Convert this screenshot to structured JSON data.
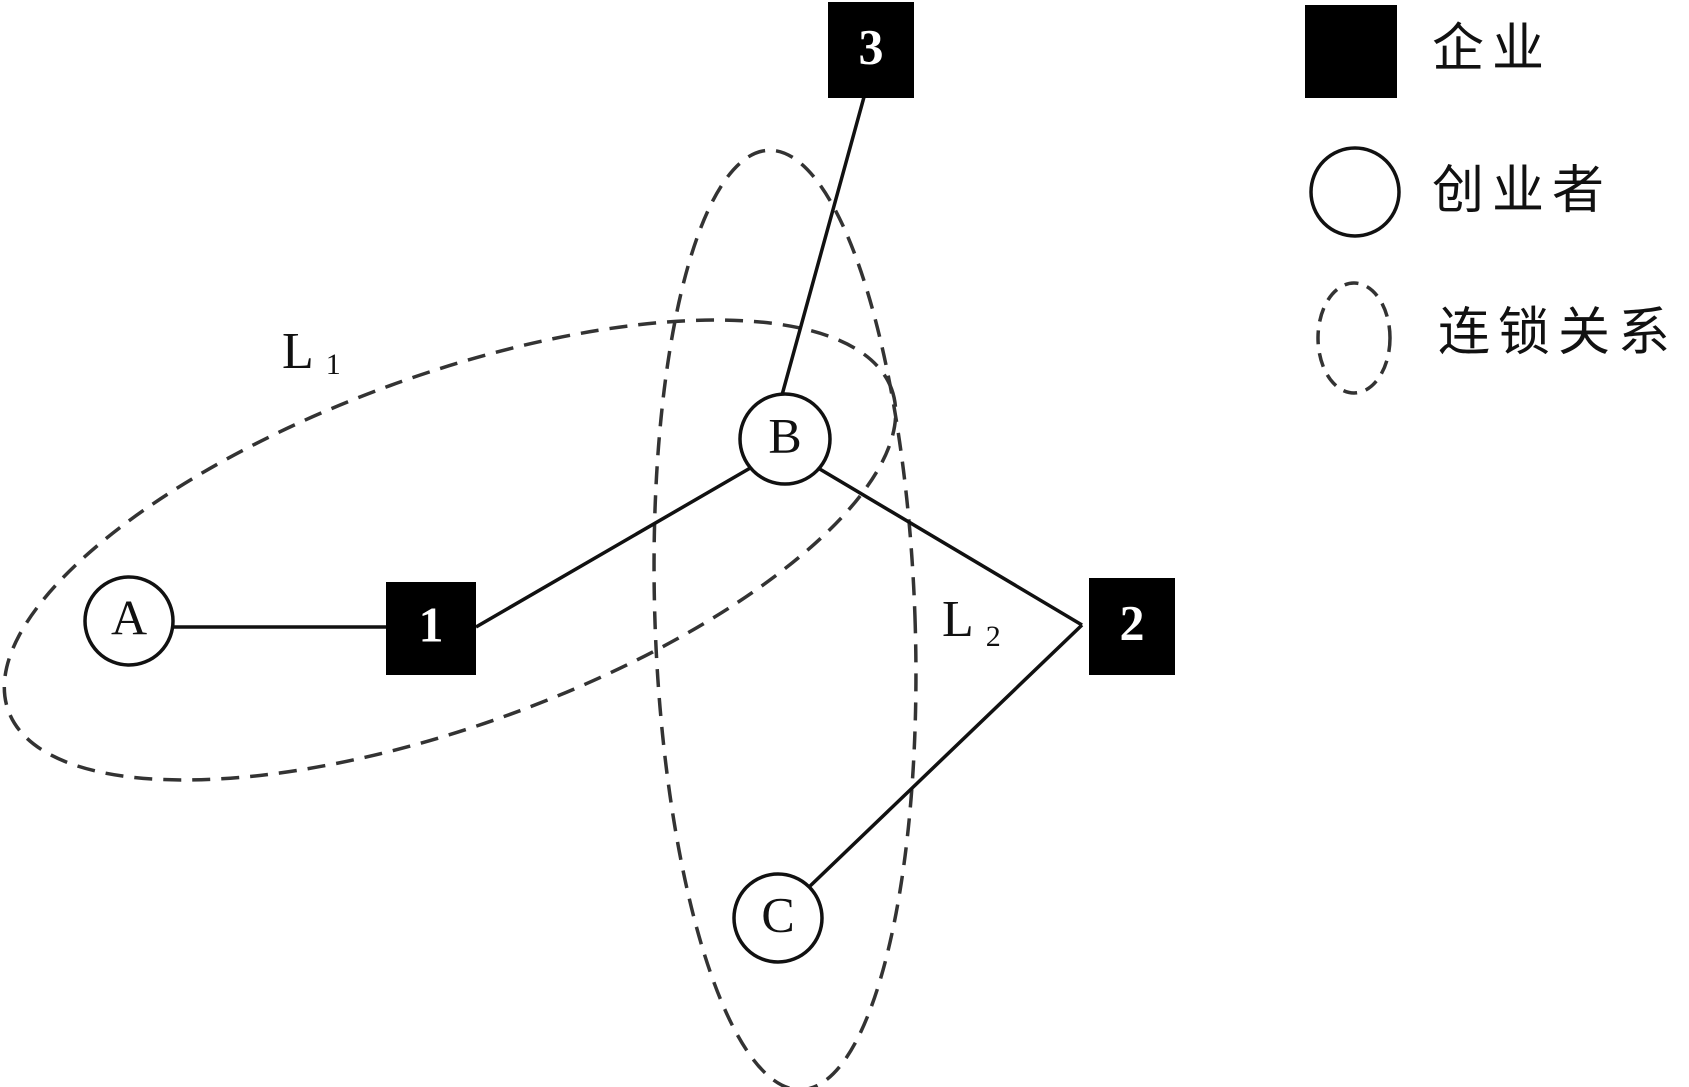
{
  "firms": [
    {
      "id": "1",
      "label": "1"
    },
    {
      "id": "2",
      "label": "2"
    },
    {
      "id": "3",
      "label": "3"
    }
  ],
  "founders": [
    {
      "id": "A",
      "label": "A"
    },
    {
      "id": "B",
      "label": "B"
    },
    {
      "id": "C",
      "label": "C"
    }
  ],
  "edges": [
    {
      "from": "A",
      "to": "1"
    },
    {
      "from": "1",
      "to": "B"
    },
    {
      "from": "B",
      "to": "3"
    },
    {
      "from": "B",
      "to": "2"
    },
    {
      "from": "2",
      "to": "C"
    }
  ],
  "interlocks": [
    {
      "id": "L1",
      "main": "L",
      "sub": "1",
      "members": [
        "A",
        "B"
      ]
    },
    {
      "id": "L2",
      "main": "L",
      "sub": "2",
      "members": [
        "B",
        "C"
      ]
    }
  ],
  "legend": {
    "firm": "企业",
    "founder": "创业者",
    "interlock": "连锁关系"
  },
  "colors": {
    "firm_fill": "#000000",
    "line": "#111111",
    "dashed": "#333333",
    "background": "#ffffff"
  }
}
